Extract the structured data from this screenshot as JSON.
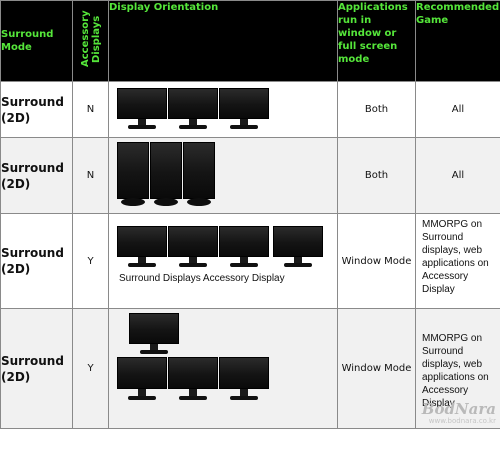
{
  "headers": {
    "mode": "Surround Mode",
    "accessory": "Accessory Displays",
    "orientation": "Display Orientation",
    "applications": "Applications run in window or full screen mode",
    "game": "Recommended Game"
  },
  "rows": [
    {
      "mode": "Surround (2D)",
      "accessory": "N",
      "applications": "Both",
      "game": "All",
      "caption": ""
    },
    {
      "mode": "Surround (2D)",
      "accessory": "N",
      "applications": "Both",
      "game": "All",
      "caption": ""
    },
    {
      "mode": "Surround (2D)",
      "accessory": "Y",
      "applications": "Window Mode",
      "game": "MMORPG on Surround displays, web applications on Accessory Display",
      "caption": "Surround Displays Accessory Display"
    },
    {
      "mode": "Surround (2D)",
      "accessory": "Y",
      "applications": "Window Mode",
      "game": "MMORPG on Surround displays, web applications on Accessory Display",
      "caption": ""
    }
  ],
  "watermark": {
    "brand": "BodNara",
    "sub": "www.bodnara.co.kr"
  },
  "colors": {
    "header_bg": "#000000",
    "header_text": "#55e63a",
    "border": "#8a8a8a",
    "row_alt": "#f1f1f1"
  }
}
